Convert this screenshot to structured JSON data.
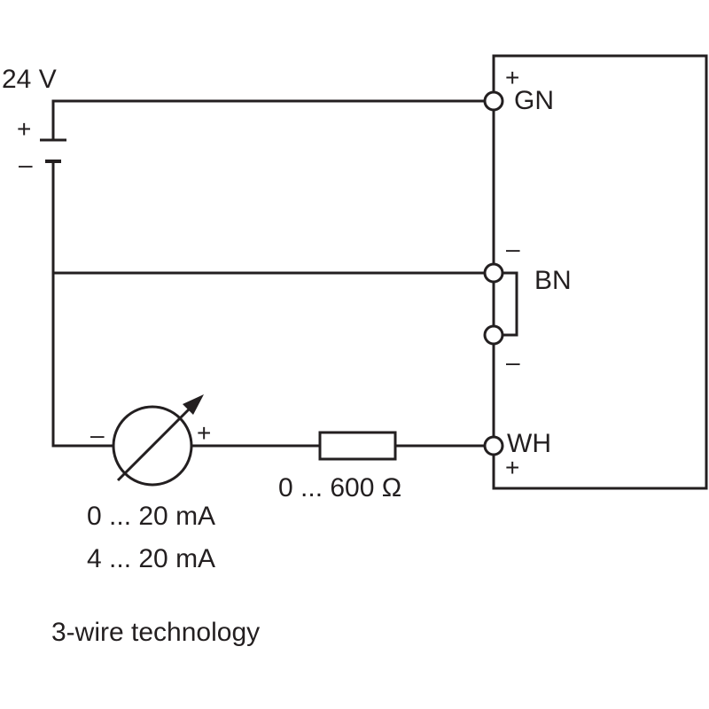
{
  "supply": {
    "voltage": "24 V",
    "plus": "+",
    "minus": "–"
  },
  "sensor": {
    "terminals": {
      "gn": {
        "label": "GN",
        "sign": "+"
      },
      "bn": {
        "label": "BN",
        "sign_top": "–",
        "sign_bottom": "–"
      },
      "wh": {
        "label": "WH",
        "sign": "+"
      }
    }
  },
  "meter": {
    "minus": "–",
    "plus": "+",
    "range_1": "0 ... 20 mA",
    "range_2": "4 ... 20 mA"
  },
  "load": {
    "range": "0 ... 600 Ω"
  },
  "caption": "3-wire technology",
  "colors": {
    "line": "#231f20",
    "background": "#ffffff"
  }
}
